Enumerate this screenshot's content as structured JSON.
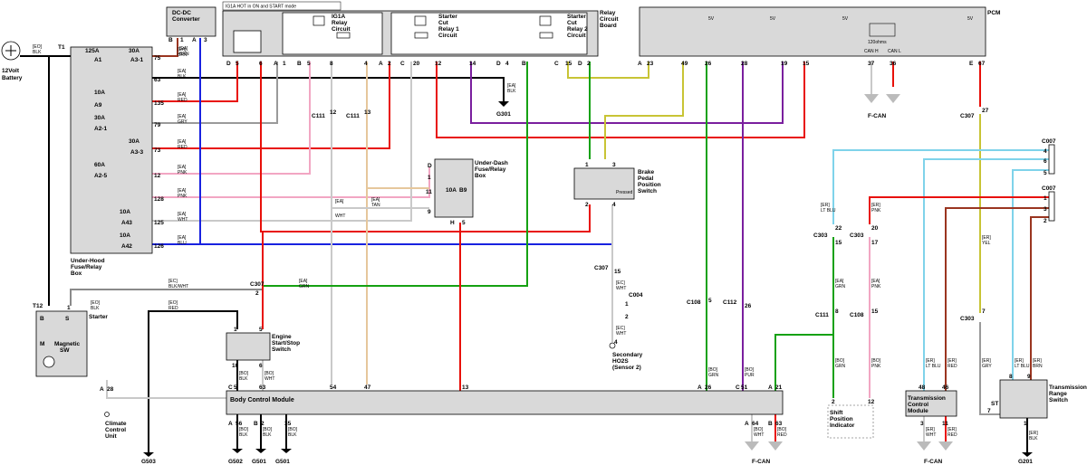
{
  "battery": {
    "label1": "12Volt",
    "label2": "Battery",
    "wire_code": "[EO]",
    "wire_color": "BLK",
    "terminal": "T1"
  },
  "dcdc": {
    "title1": "DC-DC",
    "title2": "Converter",
    "pin_b": "B",
    "pin_1": "1",
    "pin_a": "A",
    "pin_3": "3",
    "wire_code": "[EA]",
    "wire_color": "BRN"
  },
  "banner": {
    "text": "IG1A HOT in ON and START mode"
  },
  "relay_board": {
    "title1": "Relay",
    "title2": "Circuit",
    "title3": "Board",
    "ig1a1": "IG1A",
    "ig1a2": "Relay",
    "ig1a3": "Circuit",
    "st1_1": "Starter",
    "st1_2": "Cut",
    "st1_3": "Relay 1",
    "st1_4": "Circuit",
    "st2_1": "Starter",
    "st2_2": "Cut",
    "st2_3": "Relay 2",
    "st2_4": "Circuit",
    "pins": [
      "D",
      "5",
      "6",
      "A",
      "1",
      "B",
      "5",
      "8",
      "4",
      "A",
      "2",
      "C",
      "20",
      "12",
      "14",
      "D",
      "4",
      "B",
      "C",
      "15",
      "D",
      "2"
    ]
  },
  "pcm": {
    "title": "PCM",
    "v5a": "5V",
    "v5b": "5V",
    "v5c": "5V",
    "v5d": "5V",
    "ohms": "120ohms",
    "canh": "CAN H",
    "canl": "CAN L",
    "pins": [
      "A",
      "23",
      "49",
      "26",
      "28",
      "19",
      "15",
      "37",
      "36",
      "E",
      "67"
    ],
    "codes": [
      "[EA]",
      "[EA]",
      "[EA]",
      "[EA]",
      "[EA]",
      "[EA]",
      "[EA]",
      "[EA]",
      "[EA]",
      "[EA]"
    ],
    "colors": [
      "YEL",
      "YEL",
      "GRN",
      "PUR",
      "PUR",
      "RED",
      "WHT",
      "RED",
      "RED"
    ],
    "fcan": "F-CAN"
  },
  "underhood": {
    "title1": "Under-Hood",
    "title2": "Fuse/Relay",
    "title3": "Box",
    "fuses": [
      {
        "amp": "125A",
        "name": "A1"
      },
      {
        "amp": "30A",
        "name": "A3-1"
      },
      {
        "amp": "10A",
        "name": "A9"
      },
      {
        "amp": "30A",
        "name": "A2-1"
      },
      {
        "amp": "30A",
        "name": "A3-3"
      },
      {
        "amp": "60A",
        "name": "A2-5"
      },
      {
        "amp": "10A",
        "name": "A43"
      },
      {
        "amp": "10A",
        "name": "A42"
      }
    ],
    "pins": [
      "75",
      "63",
      "135",
      "79",
      "73",
      "12",
      "128",
      "125",
      "126"
    ],
    "codes": [
      "[EA]",
      "[EA]",
      "[EA]",
      "[EA]",
      "[EA]",
      "[EA]",
      "[EA]",
      "[EA]",
      "[EA]"
    ],
    "colors": [
      "BRN",
      "BLK",
      "RED",
      "GRY",
      "RED",
      "PNK",
      "PNK",
      "WHT",
      "BLU"
    ]
  },
  "ground_g301": {
    "label": "G301",
    "code": "[EA]",
    "color": "BLK"
  },
  "c111_top_a": {
    "label": "C111",
    "pin": "12"
  },
  "c111_top_b": {
    "label": "C111",
    "pin": "13"
  },
  "underdash": {
    "title1": "Under-Dash",
    "title2": "Fuse/Relay",
    "title3": "Box",
    "fuse": "10A",
    "fuse_name": "B9",
    "pins": [
      "D",
      "1",
      "11",
      "9",
      "H",
      "5"
    ],
    "code_a": "[EA]",
    "color_a": "WHT",
    "code_b": "[EA]",
    "color_b": "TAN"
  },
  "brake": {
    "title1": "Brake",
    "title2": "Pedal",
    "title3": "Position",
    "title4": "Switch",
    "pressed": "Pressed",
    "pins": [
      "1",
      "3",
      "2",
      "4"
    ]
  },
  "c307_mid": {
    "label": "C307",
    "pin": "15",
    "code": "[EC]",
    "color": "WHT"
  },
  "c004": {
    "label": "C004",
    "pins": [
      "1",
      "2"
    ],
    "code": "[EC]",
    "color": "WHT"
  },
  "ho2s": {
    "pin": "4",
    "title1": "Secondary",
    "title2": "HO2S",
    "title3": "(Sensor 2)"
  },
  "c307_left": {
    "label": "C307",
    "pin": "2",
    "code": "[EC]",
    "color": "BLK/WHT",
    "code2": "[EA]",
    "color2": "GRN"
  },
  "starter": {
    "title": "Starter",
    "terminal": "T12",
    "pin1": "1",
    "pin_b": "B",
    "pin_s": "S",
    "pin_m": "M",
    "mag1": "Magnetic",
    "mag2": "SW",
    "code": "[EO]",
    "color": "BLK",
    "code2": "[EO]",
    "color2": "RED"
  },
  "ess": {
    "title1": "Engine",
    "title2": "Start/Stop",
    "title3": "Switch",
    "pins": [
      "1",
      "5",
      "10",
      "6"
    ],
    "code": "[BO]",
    "color": "BLK",
    "code2": "[BO]",
    "color2": "WHT"
  },
  "bcm": {
    "title": "Body Control Module",
    "pins_top": [
      "C",
      "5",
      "63",
      "54",
      "47",
      "13",
      "A",
      "26",
      "C",
      "51",
      "A",
      "21"
    ],
    "pins_bot": [
      "A",
      "56",
      "B",
      "2",
      "35"
    ],
    "pins_bot_right": [
      "A",
      "64",
      "B",
      "63"
    ]
  },
  "climate": {
    "pin_a": "A",
    "pin": "28",
    "title1": "Climate",
    "title2": "Control",
    "title3": "Unit"
  },
  "grounds": {
    "g503": "G503",
    "g502": "G502",
    "g501a": "G501",
    "g501b": "G501",
    "g201": "G201"
  },
  "bottom_codes": {
    "c1": "[BO]",
    "k1": "BLK",
    "c2": "[BO]",
    "k2": "BLK",
    "c3": "[BO]",
    "k3": "BLK",
    "c4": "[BO]",
    "k4": "WHT",
    "c5": "[BO]",
    "k5": "RED"
  },
  "fcan_bottom": {
    "label": "F-CAN"
  },
  "c108_left": {
    "label": "C108",
    "pin": "5",
    "code": "[BO]",
    "color": "GRN"
  },
  "c112": {
    "label": "C112",
    "pin": "26",
    "code": "[BO]",
    "color": "PUR"
  },
  "c303_a": {
    "label": "C303",
    "pin1": "22",
    "pin2": "15",
    "code": "[ER]",
    "color": "LT BLU",
    "code2": "[EA]",
    "color2": "GRN"
  },
  "c303_b": {
    "label": "C303",
    "pin1": "20",
    "pin2": "17",
    "code": "[ER]",
    "color": "PNK",
    "code2": "[EA]",
    "color2": "PNK"
  },
  "c111_right": {
    "label": "C111",
    "pin": "8"
  },
  "c108_right": {
    "label": "C108",
    "pin": "15"
  },
  "c307_right": {
    "label": "C307",
    "pin": "27"
  },
  "c303_right": {
    "label": "C303",
    "pin": "7",
    "code": "[ER]",
    "color": "YEL",
    "code2": "[ER]",
    "color2": "GRY"
  },
  "c007_top": {
    "label": "C007",
    "pins": [
      "4",
      "6",
      "5"
    ]
  },
  "c007_bot": {
    "label": "C007",
    "pins": [
      "1",
      "3",
      "2"
    ]
  },
  "shift": {
    "title1": "Shift",
    "title2": "Position",
    "title3": "Indicator",
    "pins": [
      "2",
      "12"
    ],
    "code": "[BO]",
    "color": "GRN",
    "code2": "[BO]",
    "color2": "PNK"
  },
  "tcm": {
    "title1": "Transmission",
    "title2": "Control",
    "title3": "Module",
    "pins_top": [
      "48",
      "46"
    ],
    "pins_bot": [
      "3",
      "11"
    ],
    "code": "[ER]",
    "color": "LT BLU",
    "code2": "[ER]",
    "color2": "RED"
  },
  "trs": {
    "title1": "Transmission",
    "title2": "Range",
    "title3": "Switch",
    "pins": [
      "8",
      "9",
      "7",
      "1"
    ],
    "st": "ST",
    "code": "[ER]",
    "color": "BRN",
    "code2": "[ER]",
    "color2": "LT BLU",
    "code3": "[ER]",
    "color3": "BLK"
  },
  "fcan_tcm": {
    "label": "F-CAN",
    "code": "[ER]",
    "color": "WHT",
    "code2": "[ER]",
    "color2": "RED"
  },
  "colors": {
    "red": "#e8100a",
    "blue": "#1822e0",
    "black": "#000000",
    "green": "#15a112",
    "purple": "#7a1f9e",
    "yellow": "#c8c435",
    "pink": "#f2a6c3",
    "gray": "#9a9a9a",
    "tan": "#e6c79c",
    "ltblue": "#7fd3ea",
    "brown": "#9a3520",
    "white": "#ffffff"
  }
}
